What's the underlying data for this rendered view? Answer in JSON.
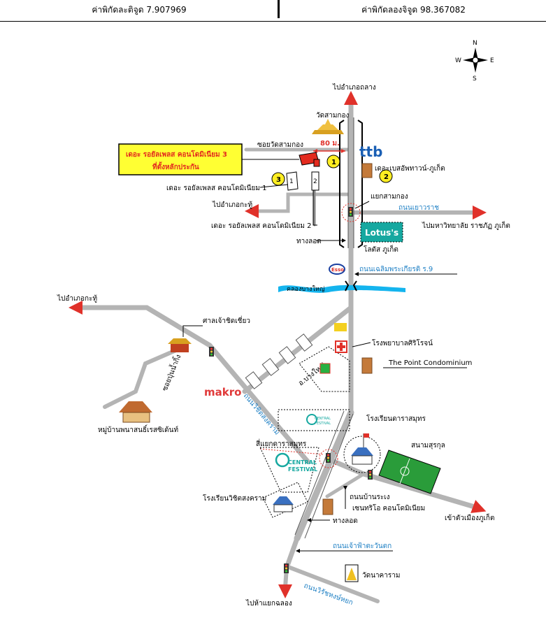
{
  "header": {
    "latitude_label": "ค่าพิกัดละติจูด 7.907969",
    "longitude_label": "ค่าพิกัดลองจิจูด 98.367082"
  },
  "compass": {
    "n": "N",
    "s": "S",
    "e": "E",
    "w": "W"
  },
  "project": {
    "box_line1": "เดอะ รอยัลเพลส คอนโดมิเนียม 3",
    "box_line2": "ที่ตั้งหลักประกัน",
    "distance": "80 ม.",
    "markers": {
      "one": "1",
      "two": "2",
      "three": "3"
    },
    "building_tags": {
      "b1": "1",
      "b2": "2"
    }
  },
  "labels": {
    "to_kathu_north": "ไปอำเภอถลาง",
    "wat_samkong": "วัดสามกอง",
    "soi_wat_samkong": "ซอยวัดสามกอง",
    "royal_place_1": "เดอะ รอยัลเพลส คอนโดมิเนียม 1",
    "to_kathu": "ไปอำเภอกะทู้",
    "royal_place_2": "เดอะ รอยัลเพลส คอนโดมิเนียม 2",
    "expressway": "ทางลอด",
    "ttb": "ttb",
    "base_tower": "เดอะเบสอัพทาวน์-ภูเก็ต",
    "samkong_junction": "แยกสามกอง",
    "yaowarat_road": "ถนนเยาวราช",
    "to_rajabhat": "ไปมหาวิทยาลัย ราชภัฏ ภูเก็ต",
    "lotus_logo": "Lotus's",
    "lotus_phuket": "โลตัส ภูเก็ต",
    "esso": "Esso",
    "chalermprakiat_road": "ถนนเฉลิมพระเกียรติ ร.9",
    "khlong_bang_yai": "คลองบางใหญ่",
    "to_kathu_west": "ไปอำเภอกะทู้",
    "shrine": "ศาลเจ้าชิดเชี่ยว",
    "soi_pun_nam": "ซอยปุ่นน้ำกิ้ง",
    "makro": "makro",
    "baan_phanasan": "หมู่บ้านพนาสนธิ์เรสซิเด้นท์",
    "siriroj_hospital": "โรงพยาบาลศิริโรจน์",
    "point_condo": "The Point Condominium",
    "bang_yai": "อ.บางใหญ่",
    "wichit_songkhram_road": "ถนนวิชิตสงคราม",
    "central_logo_line1": "CENTRAL",
    "central_logo_line2": "FESTIVAL",
    "sam_yaek_junction": "สี่แยกดาราสมุทร",
    "dara_samut_school": "โรงเรียนดาราสมุทร",
    "stadium": "สนามสุรกุล",
    "ban_rangeng_road": "ถนนบ้านระเง",
    "centrio_condo": "เซนทริโอ คอนโดมิเนียม",
    "wichit_school": "โรงเรียนวิชิตสงคราม",
    "to_phuket_town": "เข้าตัวเมืองภูเก็ต",
    "expressway_2": "ทางลอด",
    "chao_fa_road": "ถนนเจ้าฟ้าตะวันตก",
    "wat_nakaram": "วัดนาคาราม",
    "wirat_road": "ถนนวิรัชหงษ์หยก",
    "to_chalong": "ไปห้าแยกฉลอง"
  },
  "colors": {
    "road": "#b4b4b4",
    "arrow": "#e0312a",
    "water": "#14b4ee",
    "road_label": "#1d7fc4",
    "project_box_fill": "#ffff33",
    "project_box_text": "#e32a1e",
    "marker_fill": "#ffee22",
    "ttb_blue": "#1a5fb4",
    "lotus_teal": "#16a8a0",
    "makro_red": "#e03a3a"
  }
}
